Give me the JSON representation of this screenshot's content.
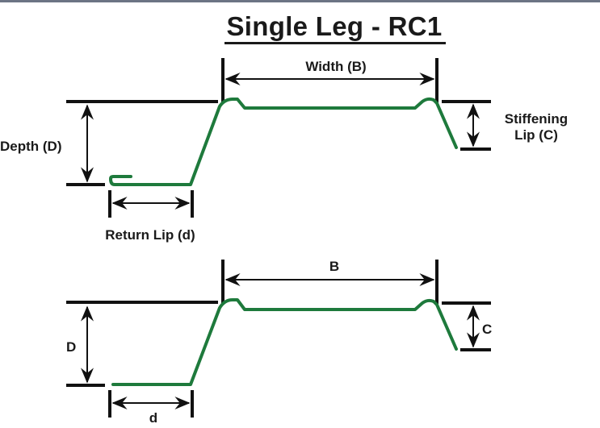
{
  "title": "Single Leg - RC1",
  "colors": {
    "profile": "#1e7a3c",
    "dimension": "#111111",
    "top_border": "#6c7484"
  },
  "diagrams": [
    {
      "name": "labeled",
      "labels": {
        "width": "Width (B)",
        "depth": "Depth (D)",
        "stiffening_lip_line1": "Stiffening",
        "stiffening_lip_line2": "Lip (C)",
        "return_lip": "Return Lip (d)"
      }
    },
    {
      "name": "abbreviated",
      "labels": {
        "width": "B",
        "depth": "D",
        "stiffening_lip": "C",
        "return_lip": "d"
      }
    }
  ]
}
